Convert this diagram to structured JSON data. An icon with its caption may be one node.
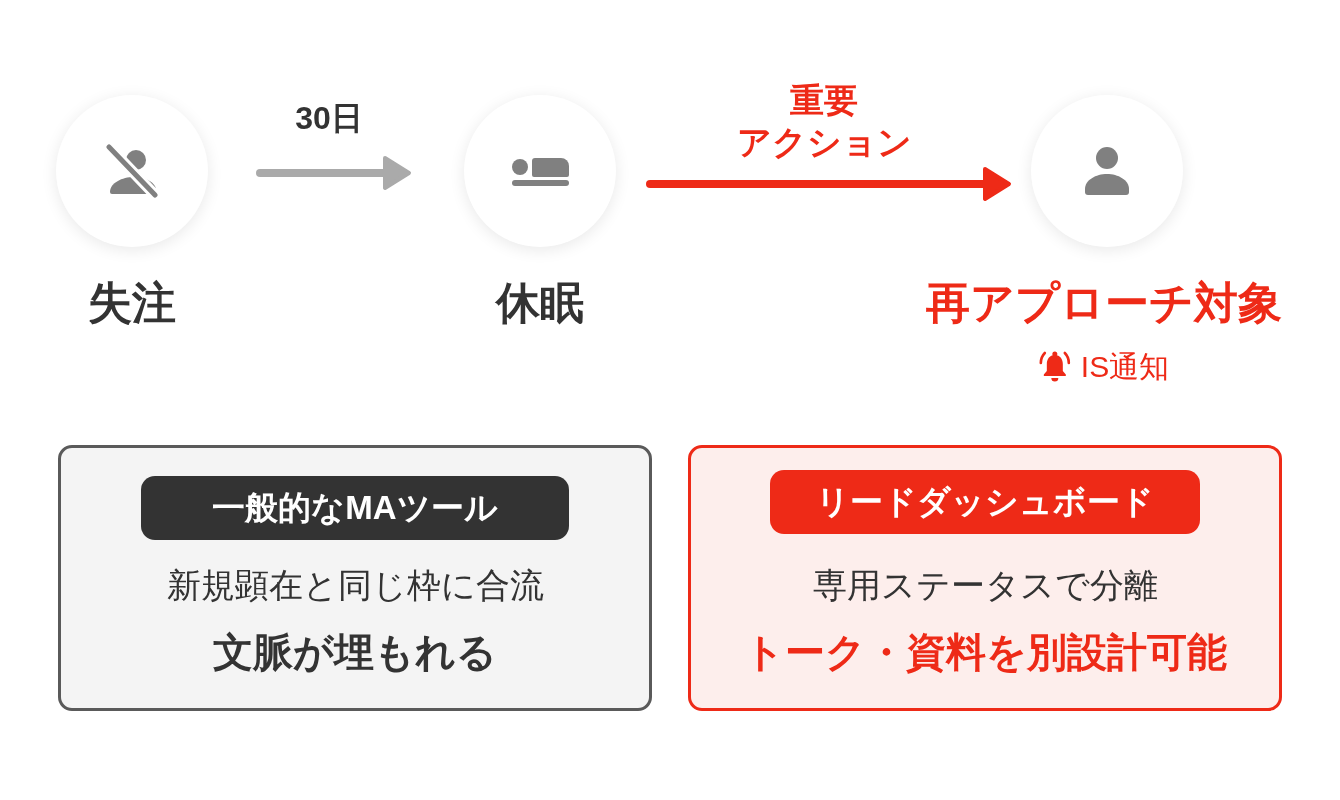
{
  "diagram": {
    "nodes": [
      {
        "text": [
          "失注"
        ]
      },
      {
        "text": [
          "休眠"
        ]
      },
      {
        "text": [
          "再アプローチ対象"
        ],
        "beside": [
          "IS通知"
        ]
      },
      {
        "text": [
          "新規顕在と同じ枠に合流",
          "文脈が埋もれる"
        ]
      },
      {
        "text": [
          "一般的なMAツール"
        ],
        "in": 3
      },
      {
        "text": [
          "専用ステータスで分離",
          "トーク・資料を別設計可能"
        ]
      },
      {
        "text": [
          "リードダッシュボード"
        ],
        "in": 5
      }
    ],
    "edges": [
      {
        "from": 0,
        "to": 1,
        "arrow": "to",
        "label": "30日",
        "color": "#aaaaaa"
      },
      {
        "from": 1,
        "to": 2,
        "arrow": "to",
        "label": "重要アクション",
        "color": "#ee2a17"
      }
    ]
  }
}
